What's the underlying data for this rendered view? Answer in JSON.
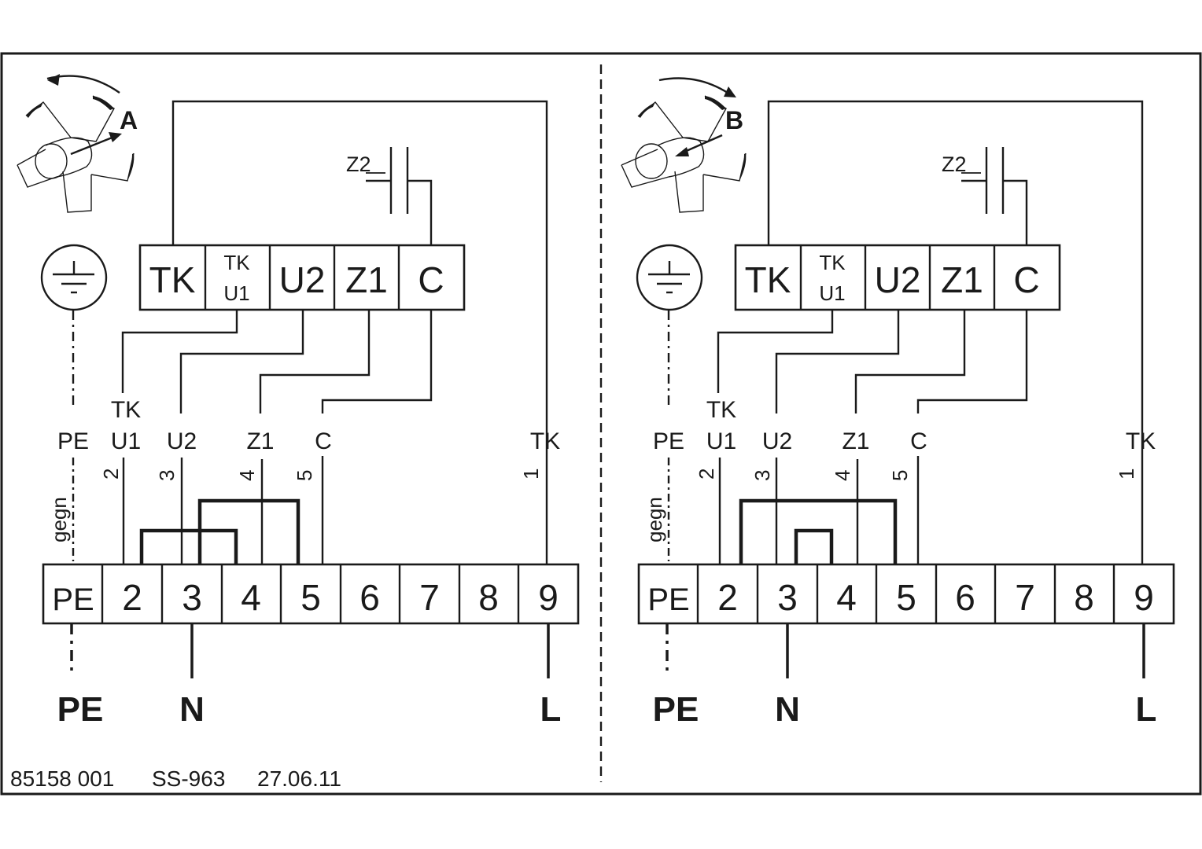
{
  "footer": {
    "doc_number": "85158 001",
    "code": "SS-963",
    "date": "27.06.11"
  },
  "panels": [
    {
      "rotation_label": "A",
      "rotation_direction": "counterclockwise",
      "contact_label": "Z2",
      "top_terminals": [
        "TK",
        "TK",
        "U1",
        "U2",
        "Z1",
        "C"
      ],
      "wire_labels": {
        "pe": "PE",
        "tk": "TK",
        "u1": "U1",
        "u2": "U2",
        "z1": "Z1",
        "c": "C",
        "tk_right": "TK"
      },
      "wire_numbers": [
        "2",
        "3",
        "4",
        "5",
        "1"
      ],
      "gegn": "gegn",
      "bottom_terminals": [
        "PE",
        "2",
        "3",
        "4",
        "5",
        "6",
        "7",
        "8",
        "9"
      ],
      "supply": {
        "pe": "PE",
        "n": "N",
        "l": "L"
      },
      "jumpers": [
        "2-4",
        "3/4-5"
      ]
    },
    {
      "rotation_label": "B",
      "rotation_direction": "clockwise",
      "contact_label": "Z2",
      "top_terminals": [
        "TK",
        "TK",
        "U1",
        "U2",
        "Z1",
        "C"
      ],
      "wire_labels": {
        "pe": "PE",
        "tk": "TK",
        "u1": "U1",
        "u2": "U2",
        "z1": "Z1",
        "c": "C",
        "tk_right": "TK"
      },
      "wire_numbers": [
        "2",
        "3",
        "4",
        "5",
        "1"
      ],
      "gegn": "gegn",
      "bottom_terminals": [
        "PE",
        "2",
        "3",
        "4",
        "5",
        "6",
        "7",
        "8",
        "9"
      ],
      "supply": {
        "pe": "PE",
        "n": "N",
        "l": "L"
      },
      "jumpers": [
        "2-5",
        "3-4"
      ]
    }
  ],
  "icons": {
    "earth": "protective-earth-icon",
    "fan": "fan-impeller-icon"
  }
}
